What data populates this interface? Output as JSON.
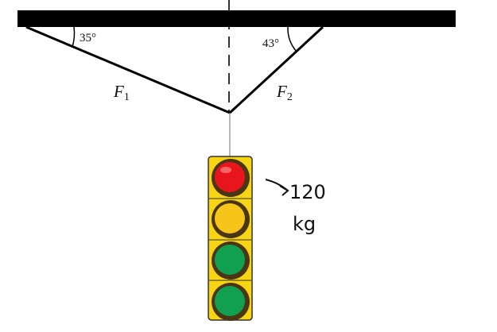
{
  "angles": {
    "left": "35°",
    "right": "43°"
  },
  "forces": {
    "f1": {
      "symbol": "F",
      "subscript": "1"
    },
    "f2": {
      "symbol": "F",
      "subscript": "2"
    }
  },
  "mass_annotation": {
    "arrow": "→",
    "value": "120",
    "unit": "kg"
  },
  "colors": {
    "beam": "#000000",
    "housing": "#f7d414",
    "red_lamp": "#e8161c",
    "yellow_lamp": "#f6c51a",
    "green_lamp": "#10a050"
  }
}
